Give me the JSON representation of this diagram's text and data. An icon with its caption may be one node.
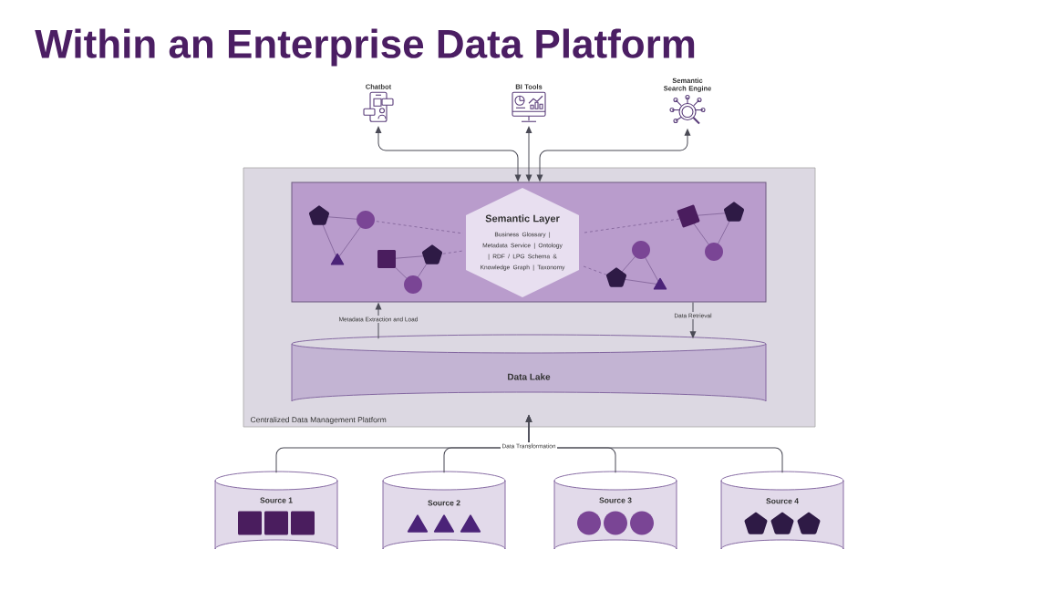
{
  "diagram": {
    "title": "Within an Enterprise Data Platform",
    "nodes": [
      {
        "text": [
          "Centralized Data Management Platform"
        ]
      },
      {
        "text": [],
        "shape": "box",
        "in": 0
      },
      {
        "text": [
          "Semantic Layer",
          "Business Glossary | Metadata Service | Ontology | RDF / LPG Schema & Knowledge Graph | Taxonomy"
        ],
        "in": 1
      },
      {
        "text": [
          "Data Lake"
        ],
        "in": 0
      },
      {
        "text": [
          "Chatbot"
        ]
      },
      {
        "text": [
          "BI Tools"
        ]
      },
      {
        "text": [
          "Semantic Search Engine"
        ]
      },
      {
        "text": [
          "Source 1"
        ]
      },
      {
        "text": [
          "Source 2"
        ]
      },
      {
        "text": [
          "Source 3"
        ]
      },
      {
        "text": [
          "Source 4"
        ]
      }
    ],
    "edges": [
      {
        "from": 1,
        "to": 4,
        "arrow": "both"
      },
      {
        "from": 1,
        "to": 5,
        "arrow": "both"
      },
      {
        "from": 1,
        "to": 6,
        "arrow": "both"
      },
      {
        "from": 3,
        "to": 1,
        "arrow": "to",
        "label": "Metadata Extraction and Load"
      },
      {
        "from": 1,
        "to": 3,
        "arrow": "to",
        "label": "Data Retrieval"
      },
      {
        "from": 7,
        "to": 3,
        "arrow": "to"
      },
      {
        "from": 8,
        "to": 3,
        "arrow": "to",
        "label": "Data Transformation"
      },
      {
        "from": 9,
        "to": 3,
        "arrow": "to"
      },
      {
        "from": 10,
        "to": 3,
        "arrow": "to"
      }
    ]
  }
}
